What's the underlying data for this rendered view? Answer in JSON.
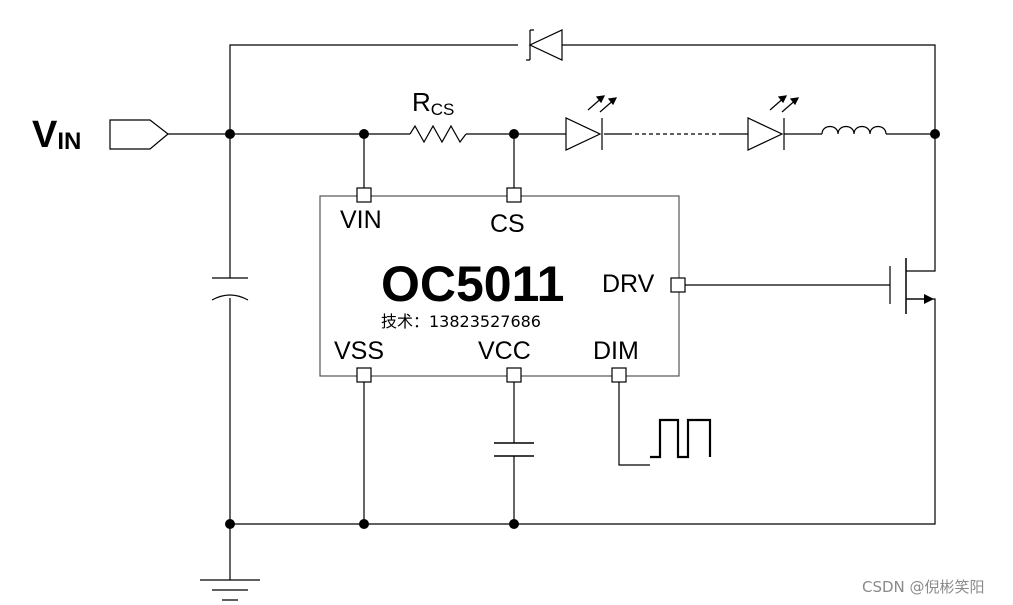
{
  "input": {
    "label_main": "V",
    "label_sub": "IN"
  },
  "resistor": {
    "label_main": "R",
    "label_sub": "CS"
  },
  "chip": {
    "name": "OC5011",
    "contact": "技术：13823527686",
    "pins": {
      "vin": "VIN",
      "cs": "CS",
      "drv": "DRV",
      "vss": "VSS",
      "vcc": "VCC",
      "dim": "DIM"
    }
  },
  "watermark": "CSDN @倪彬笑阳",
  "colors": {
    "wire": "#000000",
    "chip_border": "#555555",
    "watermark": "#8a8a8a"
  }
}
